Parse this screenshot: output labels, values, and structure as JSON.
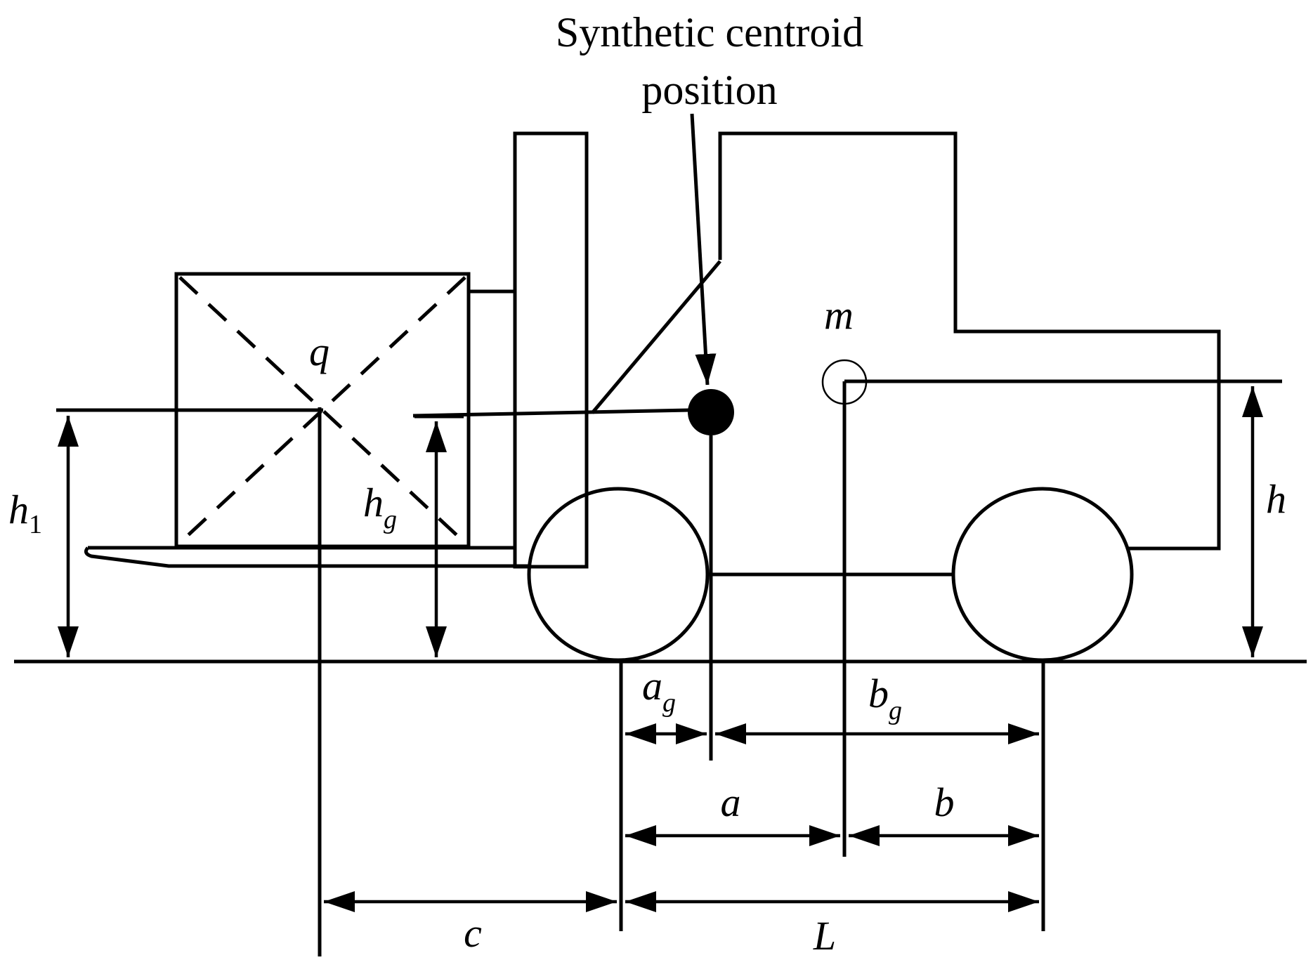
{
  "callout": {
    "line1": "Synthetic centroid",
    "line2": "position"
  },
  "labels": {
    "q": "q",
    "m": "m",
    "h": "h",
    "h1_base": "h",
    "h1_sub": "1",
    "hg_base": "h",
    "hg_sub": "g",
    "ag_base": "a",
    "ag_sub": "g",
    "bg_base": "b",
    "bg_sub": "g",
    "a": "a",
    "b": "b",
    "c": "c",
    "L": "L"
  },
  "colors": {
    "ink": "#000000",
    "background": "#ffffff"
  }
}
